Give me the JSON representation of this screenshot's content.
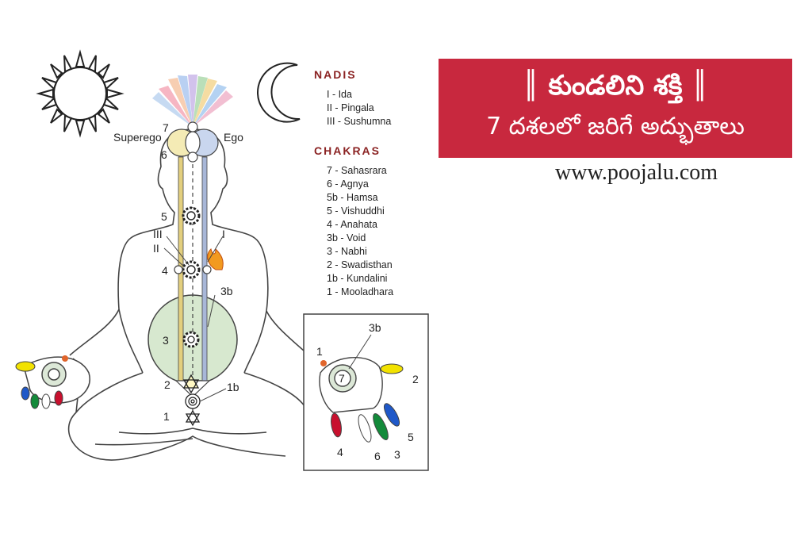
{
  "banner": {
    "line1": "కుండలిని శక్తి",
    "line2": "7 దశలలో జరిగే అద్భుతాలు",
    "bar": "║",
    "color": "#c8283e"
  },
  "website": "www.poojalu.com",
  "nadis": {
    "title": "NADIS",
    "items": [
      "I - Ida",
      "II - Pingala",
      "III - Sushumna"
    ]
  },
  "chakras": {
    "title": "CHAKRAS",
    "items": [
      "7 - Sahasrara",
      "6 - Agnya",
      "5b - Hamsa",
      "5 - Vishuddhi",
      "4 - Anahata",
      "3b - Void",
      "3 - Nabhi",
      "2 - Swadisthan",
      "1b - Kundalini",
      "1 - Mooladhara"
    ]
  },
  "figure_labels": {
    "superego": "Superego",
    "ego": "Ego",
    "n7": "7",
    "n6": "6",
    "n5": "5",
    "n4": "4",
    "n3": "3",
    "n3b": "3b",
    "n2": "2",
    "n1b": "1b",
    "n1": "1",
    "ida": "I",
    "pingala": "II",
    "sushumna": "III"
  },
  "hand_labels": {
    "n3b": "3b",
    "n1": "1",
    "n2": "2",
    "n7": "7",
    "n5": "5",
    "n4": "4",
    "n6": "6",
    "n3": "3"
  },
  "colors": {
    "title": "#8b2323",
    "ida_channel": "#e3cf7e",
    "pingala_channel": "#a8b7d8",
    "void_fill": "#d7e8cf",
    "finger_yellow": "#f2e200",
    "finger_blue": "#1f58c8",
    "finger_green": "#138a3a",
    "finger_red": "#c8102e",
    "flame": "#f29a1f"
  }
}
